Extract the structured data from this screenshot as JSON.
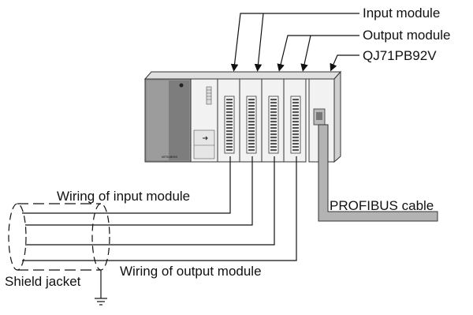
{
  "labels": {
    "input_module": "Input module",
    "output_module": "Output module",
    "qj71pb92v": "QJ71PB92V",
    "wiring_input": "Wiring of input module",
    "wiring_output": "Wiring of output module",
    "profibus_cable": "PROFIBUS cable",
    "shield_jacket": "Shield jacket"
  },
  "power_supply_text": "MITSUBISHI"
}
